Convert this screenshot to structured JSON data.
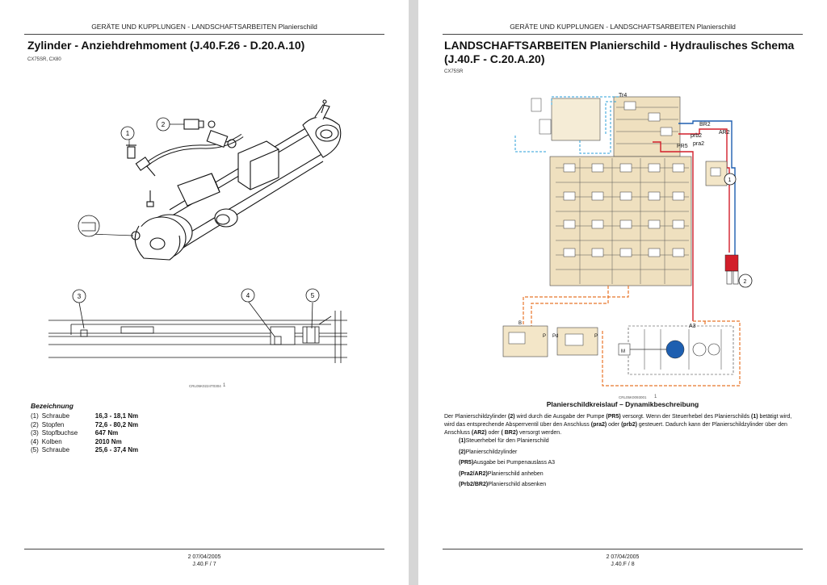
{
  "left": {
    "running_head": "GERÄTE UND KUPPLUNGEN - LANDSCHAFTSARBEITEN Planierschild",
    "title": "Zylinder - Anziehdrehmoment (J.40.F.26 - D.20.A.10)",
    "models": "CX75SR, CX80",
    "callouts": [
      "1",
      "2",
      "3",
      "4",
      "5"
    ],
    "figure_id": "CRL05K0224T0304",
    "figure_number": "1",
    "table_heading": "Bezeichnung",
    "rows": [
      {
        "num": "(1)",
        "name": "Schraube",
        "value": "16,3 - 18,1 Nm"
      },
      {
        "num": "(2)",
        "name": "Stopfen",
        "value": "72,6 - 80,2 Nm"
      },
      {
        "num": "(3)",
        "name": "Stopfbuchse",
        "value": "647 Nm"
      },
      {
        "num": "(4)",
        "name": "Kolben",
        "value": "2010 Nm"
      },
      {
        "num": "(5)",
        "name": "Schraube",
        "value": "25,6 - 37,4 Nm"
      }
    ],
    "footer_date": "2 07/04/2005",
    "footer_page": "J.40.F / 7"
  },
  "right": {
    "running_head": "GERÄTE UND KUPPLUNGEN - LANDSCHAFTSARBEITEN Planierschild",
    "title_line1": "LANDSCHAFTSARBEITEN Planierschild - Hydraulisches Schema",
    "title_line2": "(J.40.F - C.20.A.20)",
    "models": "CX75SR",
    "schema_labels": {
      "tr4": "Tr4",
      "br2": "BR2",
      "prb2": "prb2",
      "ar2": "AR2",
      "pra2": "pra2",
      "pr5": "PR5",
      "a3": "A3",
      "b": "B",
      "p": "P",
      "pd": "Pd",
      "p2": "P",
      "m": "M",
      "c1": "1",
      "c2": "2"
    },
    "figure_id": "CRL05K0093001",
    "figure_number": "1",
    "description_title": "Planierschildkreislauf – Dynamikbeschreibung",
    "description_paragraph": [
      "Der Planierschildzylinder ",
      "(2)",
      " wird durch die Ausgabe der Pumpe ",
      "(PR5)",
      " versorgt. Wenn der Steuerhebel des Planierschilds ",
      "(1)",
      " betätigt wird, wird das entsprechende Absperrventil über den Anschluss ",
      "(pra2)",
      " oder ",
      "(prb2)",
      " gesteuert. Dadurch kann der Planierschildzylinder über den Anschluss ",
      "(AR2)",
      " oder ",
      "( BR2)",
      " versorgt werden."
    ],
    "legend": [
      {
        "code": "(1)",
        "text": "Steuerhebel für den Planierschild"
      },
      {
        "code": "(2)",
        "text": "Planierschildzylinder"
      },
      {
        "code": "(PR5)",
        "text": "Ausgabe bei Pumpenauslass A3"
      },
      {
        "code": "(Pra2/AR2)",
        "text": "Planierschild anheben"
      },
      {
        "code": "(Prb2/BR2)",
        "text": "Planierschild absenken"
      }
    ],
    "footer_date": "2 07/04/2005",
    "footer_page": "J.40.F / 8"
  }
}
